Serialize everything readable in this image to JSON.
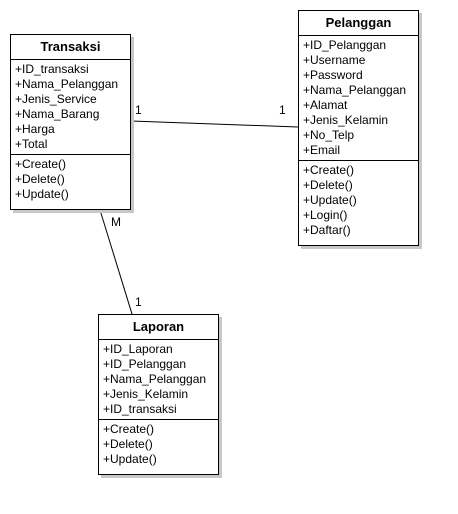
{
  "classes": {
    "transaksi": {
      "name": "Transaksi",
      "attributes": [
        "+ID_transaksi",
        "+Nama_Pelanggan",
        "+Jenis_Service",
        "+Nama_Barang",
        "+Harga",
        "+Total"
      ],
      "methods": [
        "+Create()",
        "+Delete()",
        "+Update()"
      ]
    },
    "pelanggan": {
      "name": "Pelanggan",
      "attributes": [
        "+ID_Pelanggan",
        "+Username",
        "+Password",
        "+Nama_Pelanggan",
        "+Alamat",
        "+Jenis_Kelamin",
        "+No_Telp",
        "+Email"
      ],
      "methods": [
        "+Create()",
        "+Delete()",
        "+Update()",
        "+Login()",
        "+Daftar()"
      ]
    },
    "laporan": {
      "name": "Laporan",
      "attributes": [
        "+ID_Laporan",
        "+ID_Pelanggan",
        "+Nama_Pelanggan",
        "+Jenis_Kelamin",
        "+ID_transaksi"
      ],
      "methods": [
        "+Create()",
        "+Delete()",
        "+Update()"
      ]
    }
  },
  "associations": {
    "transaksi_pelanggan": {
      "from": "Transaksi",
      "to": "Pelanggan",
      "from_mult": "1",
      "to_mult": "1"
    },
    "transaksi_laporan": {
      "from": "Transaksi",
      "to": "Laporan",
      "from_mult": "M",
      "to_mult": "1"
    }
  },
  "colors": {
    "line": "#000000",
    "box_fill": "#ffffff",
    "shadow": "#c8c8c8"
  }
}
